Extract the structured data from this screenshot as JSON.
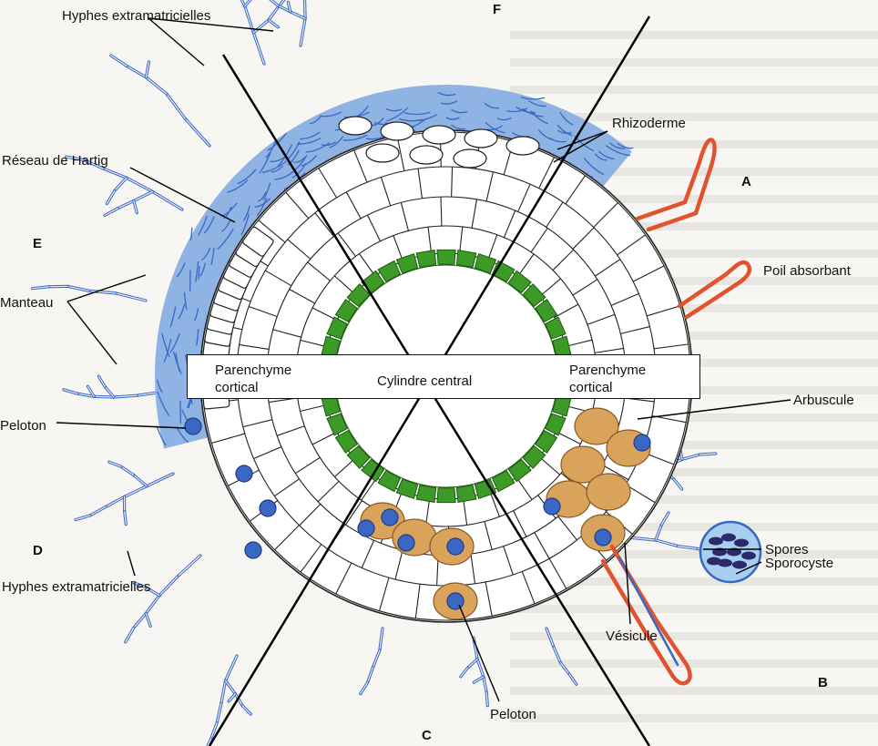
{
  "labels": {
    "hyphes_top": "Hyphes extramatricielles",
    "hyphes_bottom": "Hyphes extramatricielles",
    "reseau_hartig": "Réseau de Hartig",
    "manteau": "Manteau",
    "peloton_left": "Peloton",
    "peloton_bottom": "Peloton",
    "rhizoderme": "Rhizoderme",
    "poil_absorbant": "Poil absorbant",
    "arbuscule": "Arbuscule",
    "spores": "Spores",
    "sporocyste": "Sporocyste",
    "vesicule": "Vésicule"
  },
  "sections": {
    "a": "A",
    "b": "B",
    "c": "C",
    "d": "D",
    "e": "E",
    "f": "F"
  },
  "band": {
    "left": "Parenchyme cortical",
    "center": "Cylindre central",
    "right": "Parenchyme cortical"
  },
  "colors": {
    "hyphae": "#3b67c4",
    "mantle": "#8fb3e3",
    "endodermis": "#3c9a26",
    "arbuscule_cells": "#d9a35c",
    "root_hair": "#e0532e",
    "sporocyste": "#a8cff0",
    "cell_wall": "#222222"
  }
}
